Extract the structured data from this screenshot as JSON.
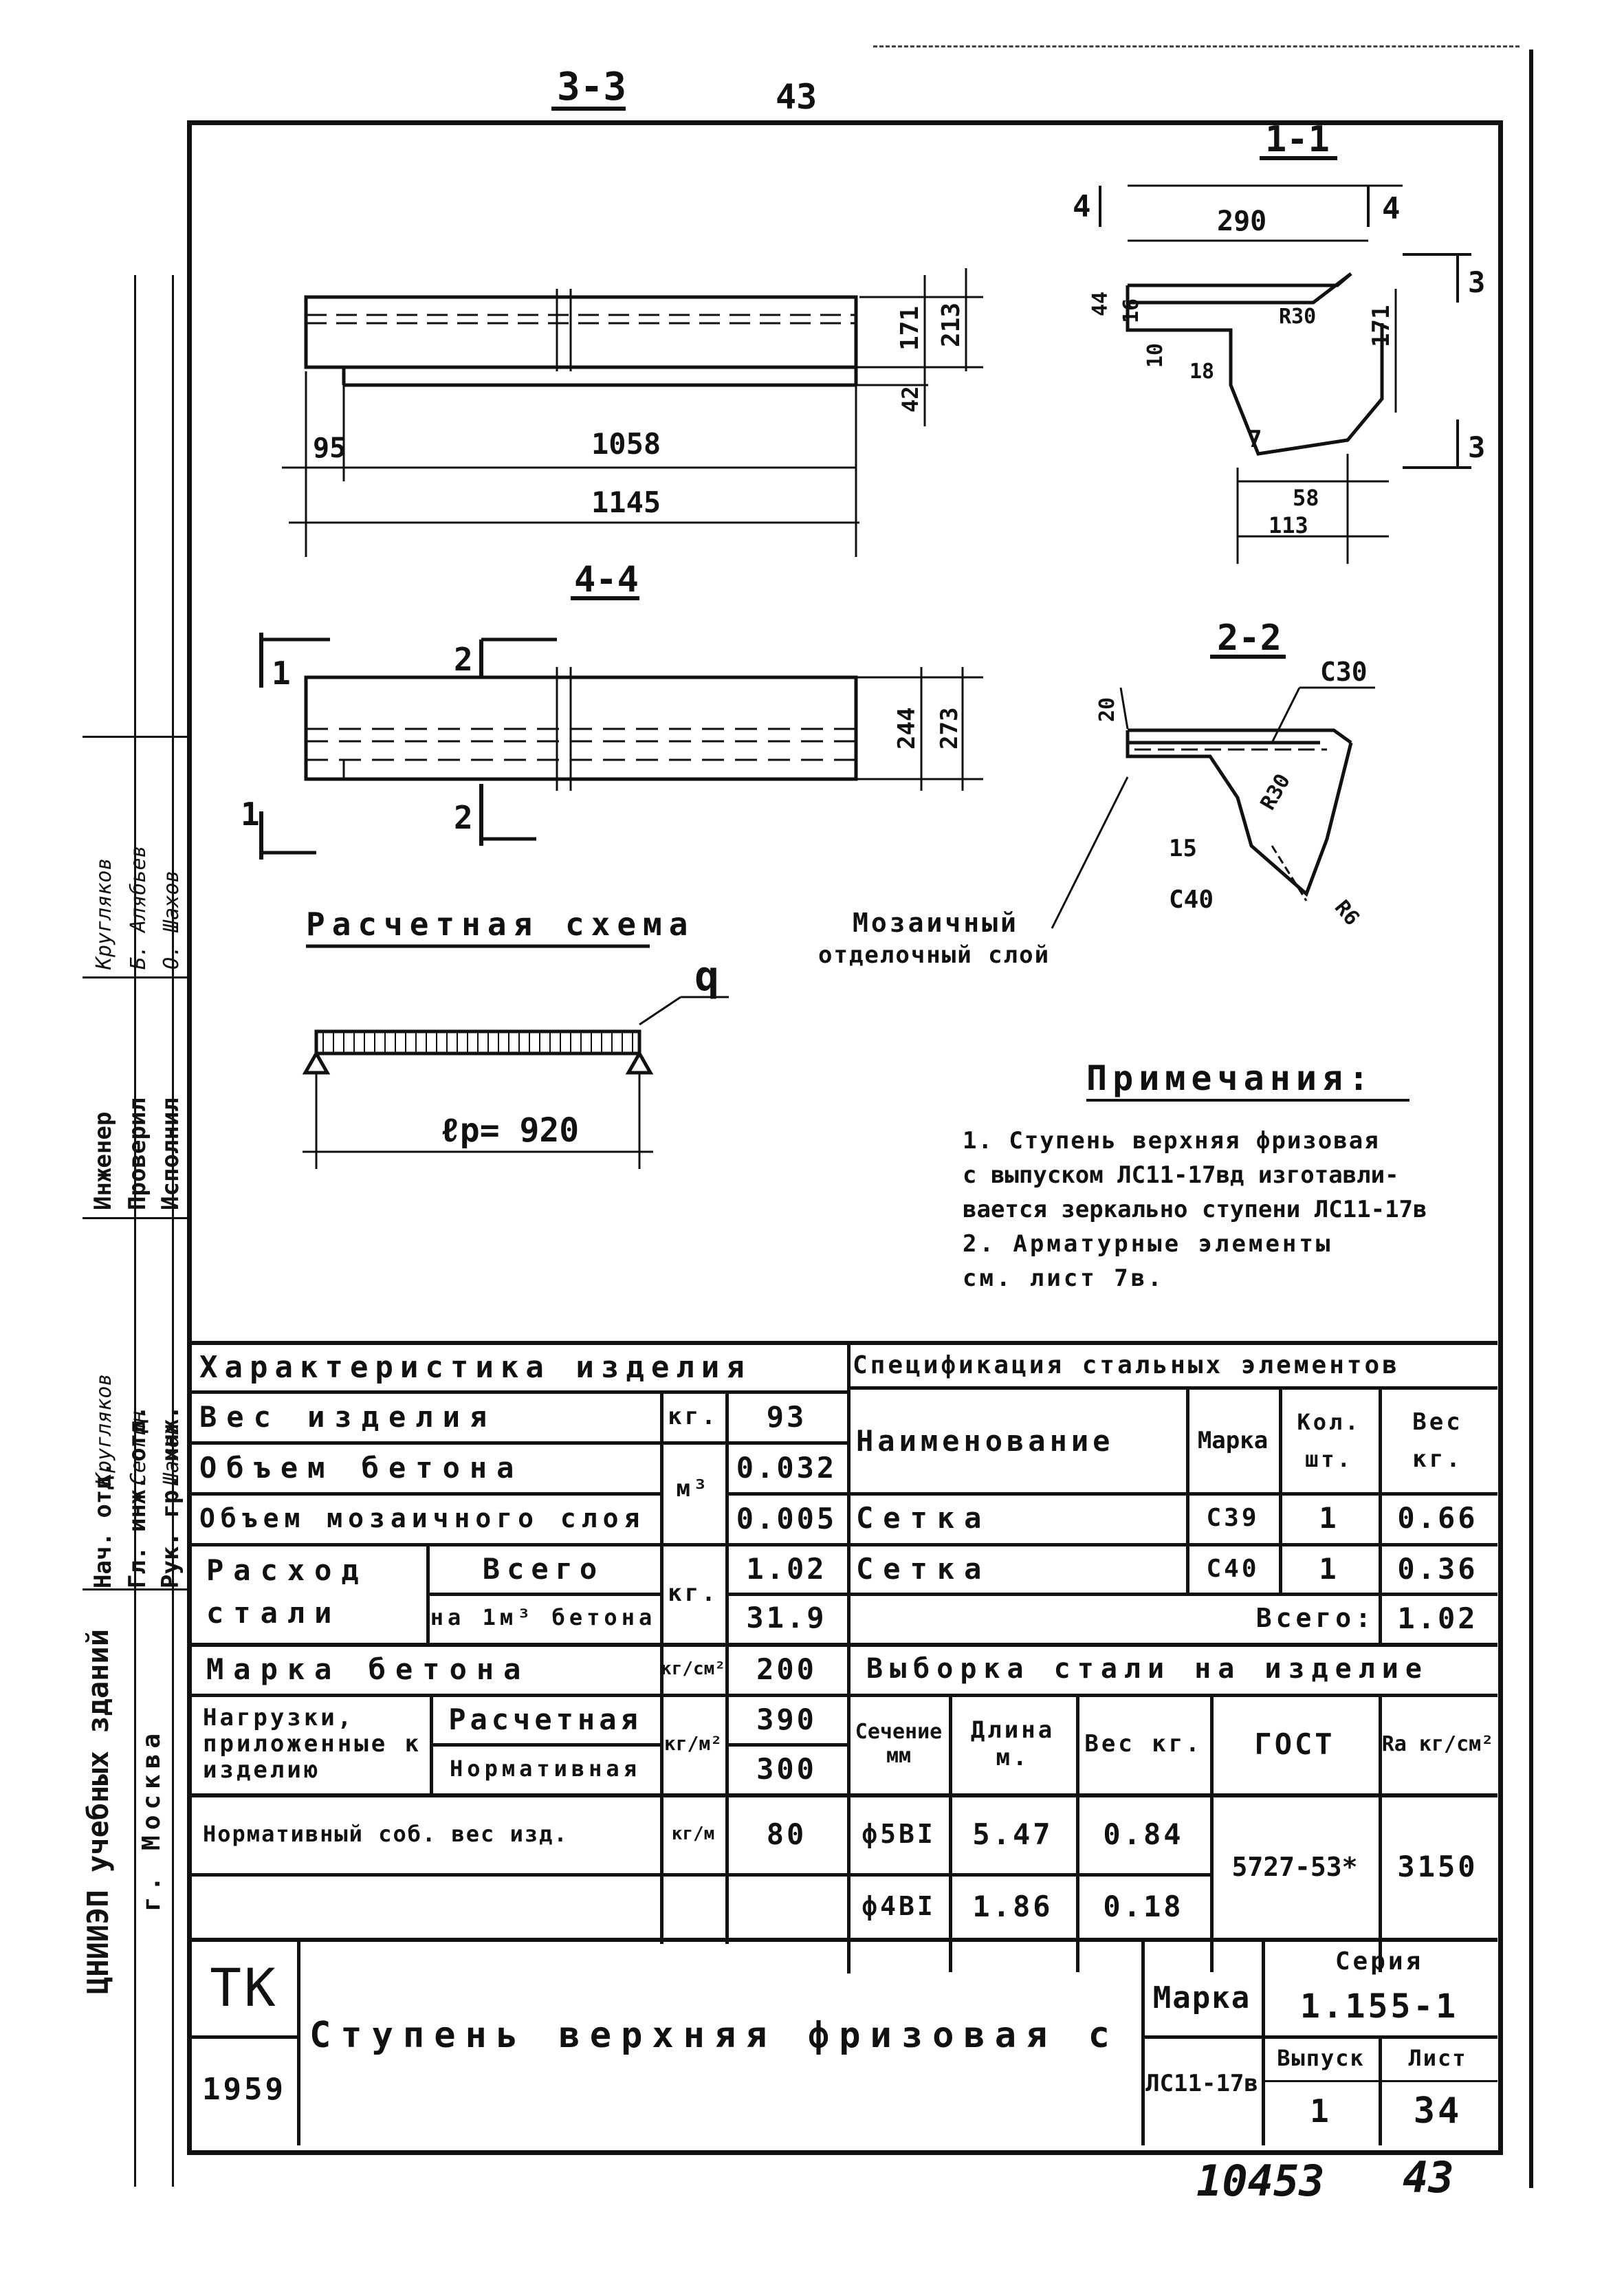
{
  "page_number_top": "43",
  "sections": {
    "s33": "3-3",
    "s11": "1-1",
    "s44": "4-4",
    "s22": "2-2"
  },
  "dims_33": {
    "d95": "95",
    "d1058": "1058",
    "d1145": "1145",
    "d171": "171",
    "d213": "213",
    "d42": "42"
  },
  "dims_11": {
    "d290": "290",
    "d4a": "4",
    "d4b": "4",
    "d3a": "3",
    "d3b": "3",
    "d171": "171",
    "d44": "44",
    "d16": "16",
    "d10": "10",
    "d18": "18",
    "d7": "7",
    "d113": "113",
    "d58": "58",
    "r30": "R30"
  },
  "dims_44": {
    "d2a": "2",
    "d2b": "2",
    "d1a": "1",
    "d1b": "1",
    "d244": "244",
    "d273": "273"
  },
  "dims_22": {
    "c30": "C30",
    "d20": "20",
    "d15": "15",
    "c40": "C40",
    "r30": "R30",
    "r6": "R6"
  },
  "mosaic_label_1": "Мозаичный",
  "mosaic_label_2": "отделочный  слой",
  "calc_scheme_title": "Расчетная схема",
  "calc_q": "q",
  "calc_lp": "ℓp= 920",
  "notes": {
    "title": "Примечания:",
    "line1": "1. Ступень верхняя фризовая",
    "line2": "с выпуском ЛС11-17вд изготавли-",
    "line3": "вается зеркально ступени ЛС11-17в",
    "line4": "2. Арматурные элементы",
    "line5": "см. лист 7в."
  },
  "char_table": {
    "title": "Характеристика изделия",
    "r1": {
      "label": "Вес изделия",
      "unit": "кг.",
      "value": "93"
    },
    "r2": {
      "label": "Объем бетона",
      "unit": "м³",
      "value": "0.032"
    },
    "r3": {
      "label": "Объем мозаичного слоя",
      "value": "0.005"
    },
    "r4": {
      "label": "Расход стали",
      "sub1": "Всего",
      "sub2": "на 1м³ бетона",
      "unit": "кг.",
      "v1": "1.02",
      "v2": "31.9"
    },
    "r5": {
      "label": "Марка бетона",
      "unit": "кг/см²",
      "value": "200"
    },
    "r6": {
      "label": "Нагрузки, приложенные к изделию",
      "sub1": "Расчетная",
      "sub2": "Нормативная",
      "unit": "кг/м²",
      "v1": "390",
      "v2": "300"
    },
    "r7": {
      "label": "Нормативный соб. вес изд.",
      "unit": "кг/м",
      "value": "80"
    }
  },
  "spec_table": {
    "title": "Спецификация стальных элементов",
    "headers": [
      "Наименование",
      "Марка",
      "Кол. шт.",
      "Вес кг."
    ],
    "rows": [
      [
        "Сетка",
        "C39",
        "1",
        "0.66"
      ],
      [
        "Сетка",
        "C40",
        "1",
        "0.36"
      ]
    ],
    "total_label": "Всего:",
    "total_value": "1.02"
  },
  "steel_table": {
    "title": "Выборка стали на изделие",
    "headers": [
      "Сечение мм",
      "Длина м.",
      "Вес кг.",
      "ГОСТ",
      "Ra кг/см²"
    ],
    "rows": [
      [
        "ф5ВI",
        "5.47",
        "0.84"
      ],
      [
        "ф4ВI",
        "1.86",
        "0.18"
      ]
    ],
    "gost": "5727-53*",
    "ra": "3150"
  },
  "stamp": {
    "tk": "ТК",
    "year": "1959",
    "title": "Ступень верхняя фризовая с выпуском",
    "marka_label": "Марка",
    "marka": "ЛС11-17в",
    "seria_label": "Серия",
    "seria": "1.155-1",
    "vypusk_label": "Выпуск",
    "vypusk": "1",
    "list_label": "Лист",
    "list": "34"
  },
  "org": {
    "line1": "ЦНИИЭП учебных зданий",
    "line2": "г. Москва"
  },
  "signatures": {
    "roles": [
      "Нач. отд.",
      "Гл. инж. отд.",
      "Рук. гр. инж.",
      "Инженер",
      "Проверил",
      "Исполнил"
    ],
    "names": [
      "Кругляков",
      "Сеогин",
      "Шахов",
      "Кругляков",
      "Б. Алябьев",
      "О. Шахов"
    ]
  },
  "bottom_numbers": {
    "left": "10453",
    "right": "43"
  }
}
